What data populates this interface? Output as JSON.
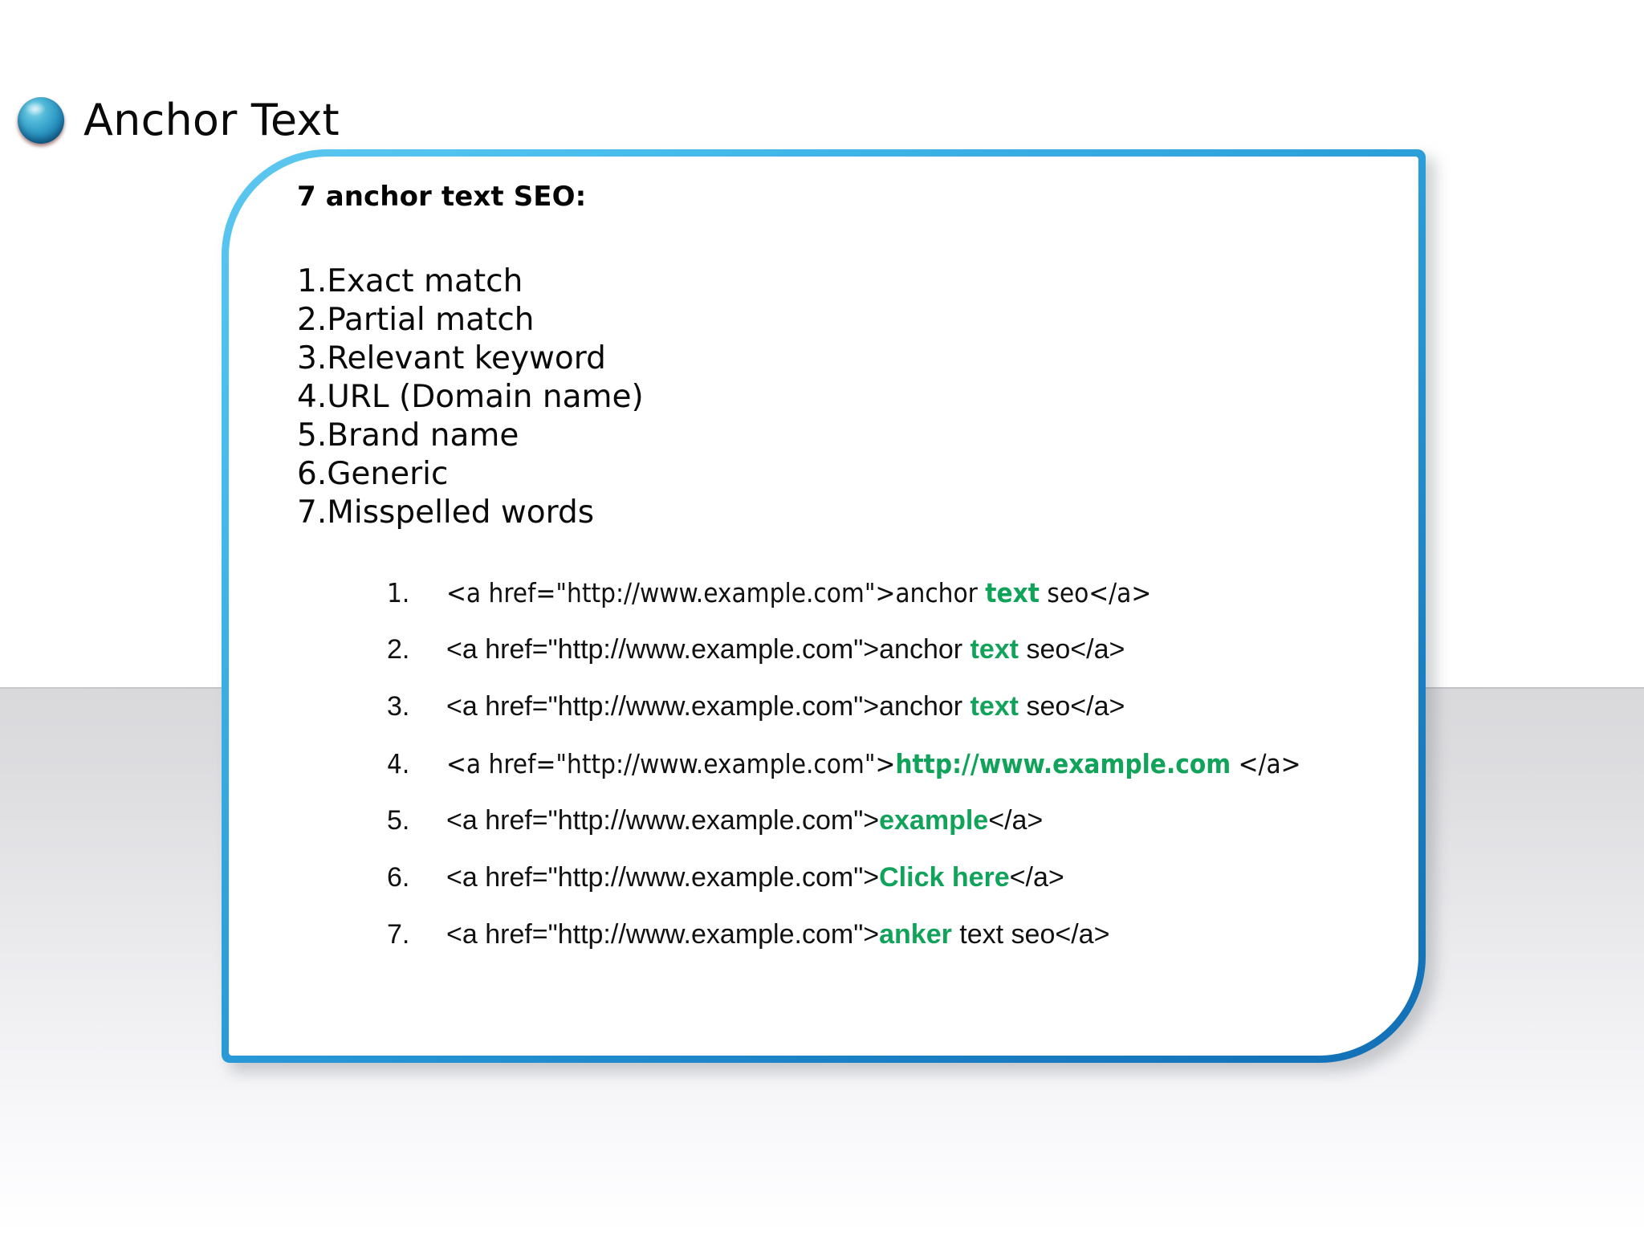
{
  "slide": {
    "title": "Anchor Text",
    "bullet_icon": "blue-sphere-icon"
  },
  "card": {
    "heading": "7 anchor text SEO:",
    "list": [
      "1.Exact match",
      "2.Partial match",
      "3.Relevant keyword",
      "4.URL (Domain name)",
      "5.Brand name",
      "6.Generic",
      "7.Misspelled words"
    ],
    "code_examples": [
      {
        "number": "1.",
        "prefix": "<a href=\"http://www.example.com\">anchor ",
        "highlight": "text",
        "suffix": " seo</a>",
        "font": "fnt-a"
      },
      {
        "number": "2.",
        "prefix": "<a href=\"http://www.example.com\">anchor ",
        "highlight": "text",
        "suffix": " seo</a>",
        "font": "fnt-b"
      },
      {
        "number": "3.",
        "prefix": "<a href=\"http://www.example.com\">anchor ",
        "highlight": "text",
        "suffix": " seo</a>",
        "font": "fnt-b"
      },
      {
        "number": "4.",
        "prefix": "<a href=\"http://www.example.com\">",
        "highlight": "http://www.example.com",
        "suffix": " </a>",
        "font": "fnt-a"
      },
      {
        "number": "5.",
        "prefix": "<a href=\"http://www.example.com\">",
        "highlight": "example",
        "suffix": "</a>",
        "font": "fnt-b"
      },
      {
        "number": "6.",
        "prefix": "<a href=\"http://www.example.com\">",
        "highlight": "Click here",
        "suffix": "</a>",
        "font": "fnt-b"
      },
      {
        "number": "7.",
        "prefix": "<a href=\"http://www.example.com\">",
        "highlight": "anker",
        "suffix": " text seo</a>",
        "font": "fnt-b"
      }
    ]
  },
  "colors": {
    "highlight_green": "#11a35a",
    "border_light": "#5ec8f0",
    "border_dark": "#1270b6",
    "text": "#0a0a0a"
  }
}
